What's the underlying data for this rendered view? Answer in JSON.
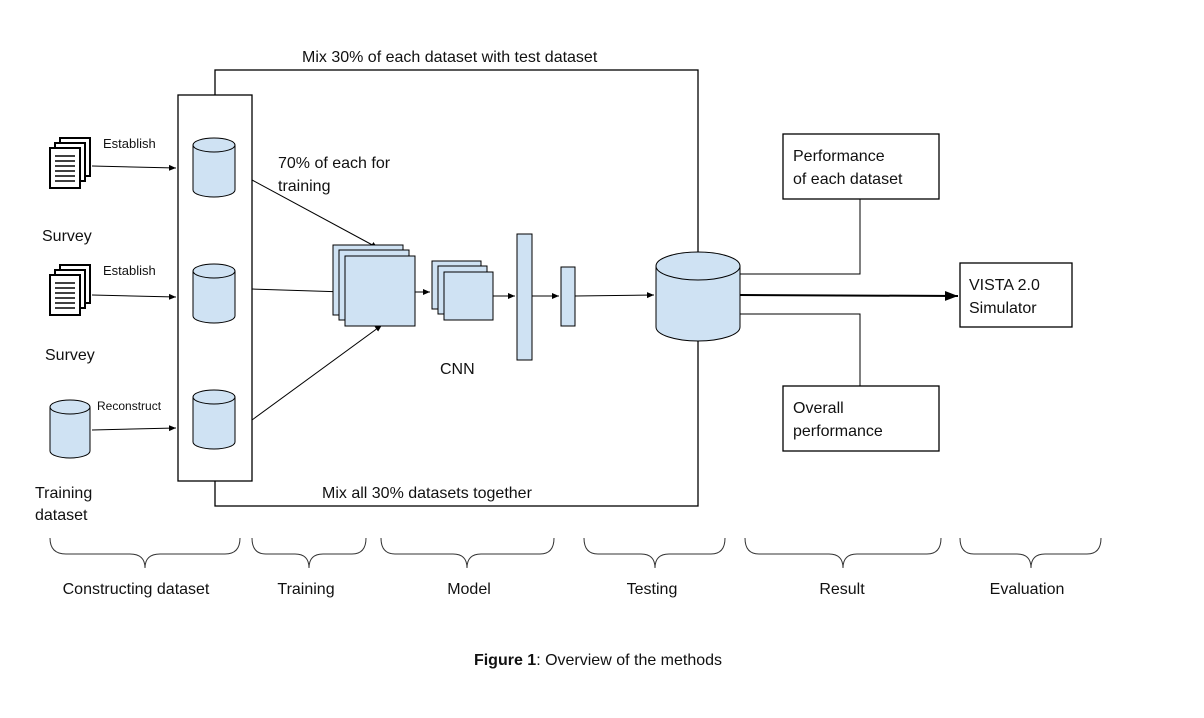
{
  "top_loop_label": "Mix 30% of each dataset with test dataset",
  "bottom_loop_label": "Mix all 30% datasets together",
  "training_label_line1": "70% of each for",
  "training_label_line2": "training",
  "inputs": [
    {
      "source": "Survey",
      "arrow_label": "Establish"
    },
    {
      "source": "Survey",
      "arrow_label": "Establish"
    },
    {
      "source_line1": "Training",
      "source_line2": "dataset",
      "arrow_label": "Reconstruct"
    }
  ],
  "cnn_label": "CNN",
  "result_boxes": {
    "performance_line1": "Performance",
    "performance_line2": "of each dataset",
    "overall_line1": "Overall",
    "overall_line2": "performance"
  },
  "simulator_line1": "VISTA 2.0",
  "simulator_line2": "Simulator",
  "stages": [
    "Constructing dataset",
    "Training",
    "Model",
    "Testing",
    "Result",
    "Evaluation"
  ],
  "caption_bold": "Figure 1",
  "caption_rest": ": Overview of the methods",
  "colors": {
    "fill": "#cfe2f3",
    "stroke": "#000000"
  }
}
